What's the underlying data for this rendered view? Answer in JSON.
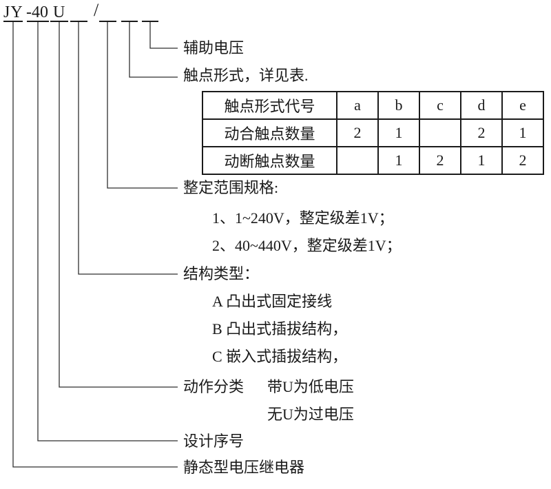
{
  "model_code": {
    "series": "JY",
    "design_number": "-40",
    "action_letter": "U",
    "separator": "/"
  },
  "callouts": {
    "auxiliary_voltage": "辅助电压",
    "contact_form": "触点形式，详见表.",
    "setting_range_title": "整定范围规格:",
    "setting_range_options": [
      "1、1~240V，整定级差1V；",
      "2、40~440V，整定级差1V；"
    ],
    "structure_type_title": "结构类型：",
    "structure_type_options": [
      "A 凸出式固定接线",
      "B 凸出式插拔结构，",
      "C 嵌入式插拔结构，"
    ],
    "action_class_title": "动作分类",
    "action_class_options": [
      "带U为低电压",
      "无U为过电压"
    ],
    "design_serial": "设计序号",
    "product_name": "静态型电压继电器"
  },
  "contact_table": {
    "header": [
      "触点形式代号",
      "a",
      "b",
      "c",
      "d",
      "e"
    ],
    "rows": [
      {
        "label": "动合触点数量",
        "values": [
          "2",
          "1",
          "",
          "2",
          "1"
        ]
      },
      {
        "label": "动断触点数量",
        "values": [
          "",
          "1",
          "2",
          "1",
          "2"
        ]
      }
    ]
  },
  "colors": {
    "ink": "#1a1a1a",
    "background": "#ffffff"
  }
}
